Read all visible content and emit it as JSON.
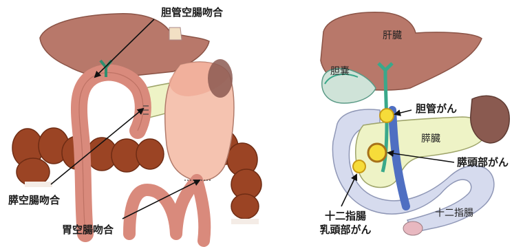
{
  "left_panel": {
    "labels": {
      "hepaticojejunostomy": "胆管空腸吻合",
      "pancreaticojejunostomy": "膵空腸吻合",
      "gastrojejunostomy": "胃空腸吻合"
    }
  },
  "right_panel": {
    "organs": {
      "liver": "肝臓",
      "gallbladder": "胆嚢",
      "pancreas": "膵臓",
      "duodenum": "十二指腸"
    },
    "cancers": {
      "bile_duct": "胆管がん",
      "pancreatic_head": "膵頭部がん",
      "papilla_line1": "十二指腸",
      "papilla_line2": "乳頭部がん"
    }
  },
  "colors": {
    "liver": "#b8786a",
    "colon": "#9b4424",
    "intestine": "#d98a7c",
    "pancreas": "#eef3c6",
    "stomach": "#f5c3b0",
    "duct": "#3aa88a",
    "tumor": "#f6dc3a",
    "portal_vein": "#4f6fc2",
    "duodenum": "#d6dbee"
  }
}
